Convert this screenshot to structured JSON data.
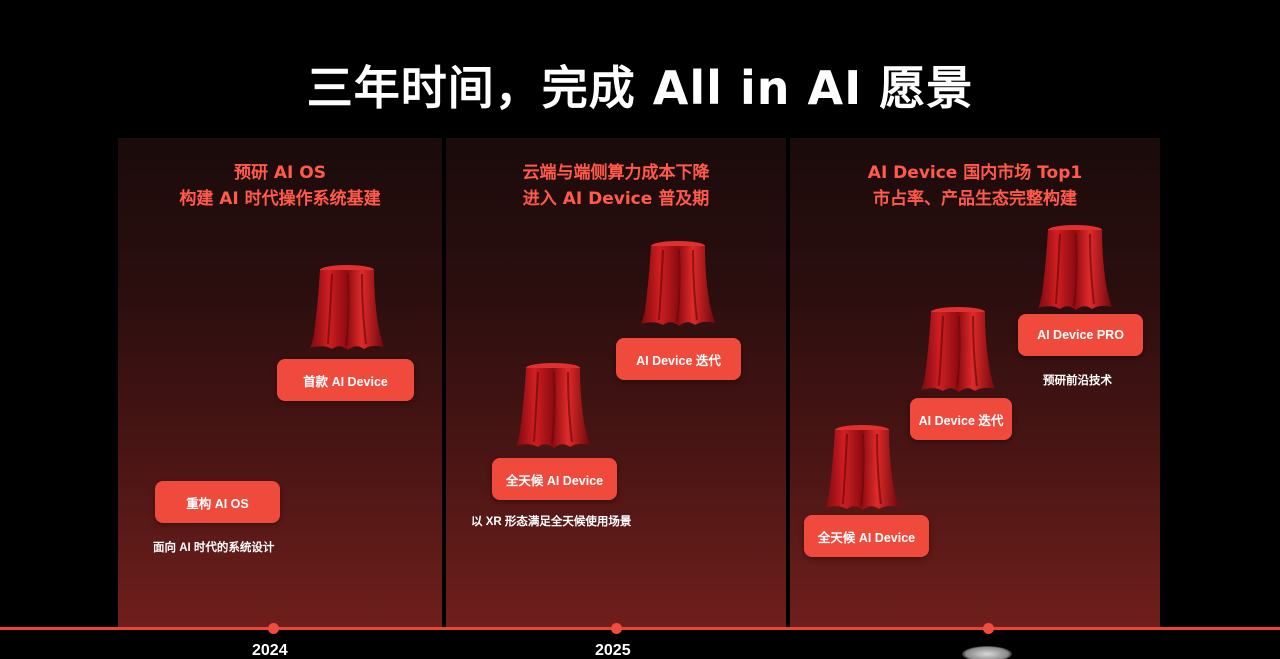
{
  "title": "三年时间，完成 All in AI 愿景",
  "columns": [
    {
      "heading_line1": "预研 AI OS",
      "heading_line2": "构建 AI 时代操作系统基建",
      "items": [
        {
          "label": "首款 AI Device",
          "caption": ""
        },
        {
          "label": "重构 AI OS",
          "caption": "面向 AI 时代的系统设计"
        }
      ]
    },
    {
      "heading_line1": "云端与端侧算力成本下降",
      "heading_line2": "进入 AI Device 普及期",
      "items": [
        {
          "label": "AI Device  迭代",
          "caption": ""
        },
        {
          "label": "全天候 AI Device",
          "caption": "以 XR 形态满足全天候使用场景"
        }
      ]
    },
    {
      "heading_line1": "AI Device 国内市场 Top1",
      "heading_line2": "市占率、产品生态完整构建",
      "items": [
        {
          "label": "AI Device PRO",
          "caption": "预研前沿技术"
        },
        {
          "label": "AI Device 迭代",
          "caption": ""
        },
        {
          "label": "全天候 AI Device",
          "caption": ""
        }
      ]
    }
  ],
  "timeline": {
    "years": [
      "2024",
      "2025"
    ]
  },
  "colors": {
    "accent": "#f04a3c",
    "heading": "#ff5a4a",
    "cloth": "#c4161c"
  },
  "icons": [
    "draped-pedestal-icon"
  ]
}
